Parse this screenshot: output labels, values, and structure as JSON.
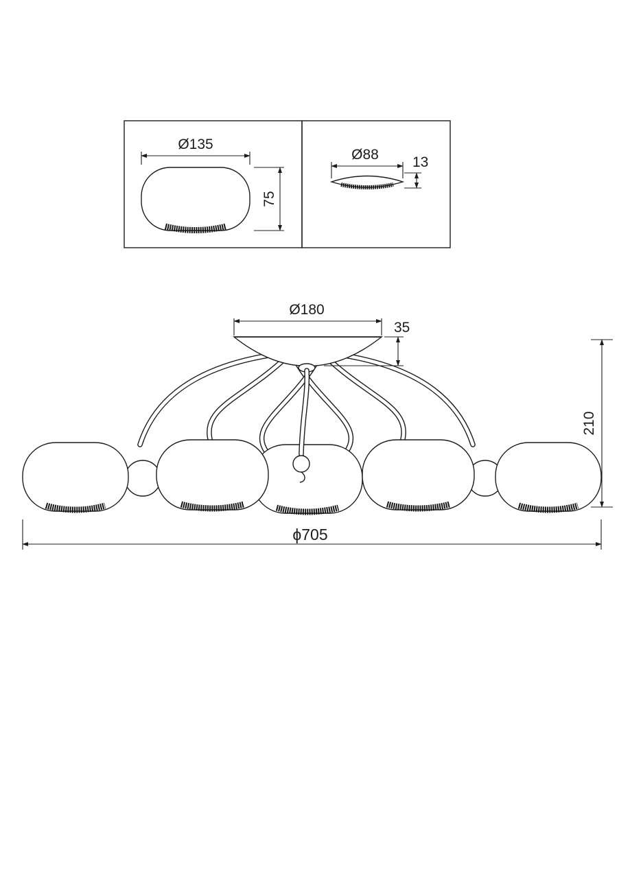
{
  "drawing": {
    "background_color": "#ffffff",
    "line_color": "#1c1c1c",
    "detail_views": {
      "shade_front": {
        "diameter_label": "Ø135",
        "height_label": "75"
      },
      "shade_bottom": {
        "diameter_label": "Ø88",
        "height_label": "13"
      }
    },
    "main_view": {
      "canopy_diameter_label": "Ø180",
      "canopy_height_label": "35",
      "overall_height_label": "210",
      "overall_diameter_label": "ϕ705"
    }
  }
}
